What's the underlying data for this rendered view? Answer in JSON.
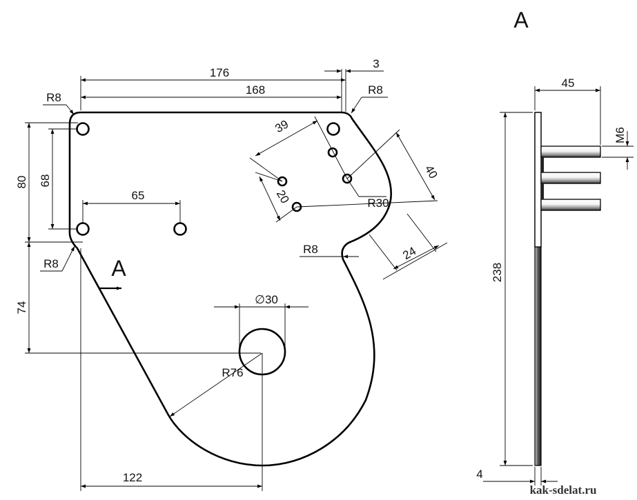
{
  "drawing": {
    "view_label_top": "A",
    "view_label_side": "A",
    "watermark": "kak-sdelat.ru",
    "dimensions": {
      "d176": "176",
      "d168": "168",
      "d3": "3",
      "r8_top_left": "R8",
      "r8_top_right": "R8",
      "r8_left": "R8",
      "r8_notch": "R8",
      "d80": "80",
      "d68": "68",
      "d65": "65",
      "d74": "74",
      "d39": "39",
      "d20": "20",
      "d40": "40",
      "r30": "R30",
      "d24": "24",
      "diam30": "∅30",
      "r76": "R76",
      "d122": "122",
      "d45": "45",
      "m6": "M6",
      "d238": "238",
      "d4": "4"
    }
  }
}
